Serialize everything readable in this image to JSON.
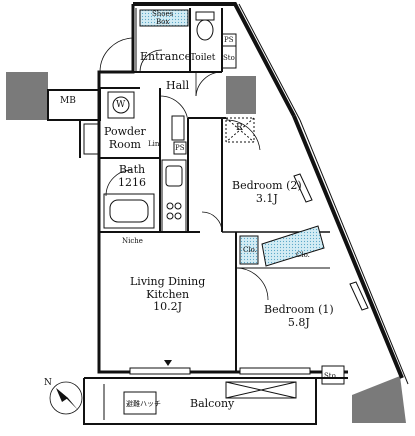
{
  "rooms": {
    "entrance": "Entrance",
    "toilet": "Toilet",
    "hall": "Hall",
    "mb": "MB",
    "powder_room": [
      "Powder",
      "Room"
    ],
    "bath": [
      "Bath",
      "1216"
    ],
    "bedroom2": [
      "Bedroom (2)",
      "3.1J"
    ],
    "ldk": [
      "Living Dining",
      "Kitchen",
      "10.2J"
    ],
    "bedroom1": [
      "Bedroom (1)",
      "5.8J"
    ],
    "balcony": "Balcony"
  },
  "small_labels": {
    "shoes_box": [
      "Shoes",
      "Box"
    ],
    "ps_top": "PS",
    "sto_top": "Sto.",
    "w": "W",
    "lin": "Lin.",
    "ps_mid": "PS",
    "r": "R",
    "clo_1": "Clo.",
    "clo_2": "Clo.",
    "niche": "Niche",
    "sto_bottom": "Sto.",
    "emergency_hatch": "避難ハッチ"
  },
  "compass": {
    "label": "N"
  },
  "colors": {
    "wall": "#111111",
    "column": "#7a7a7a",
    "storage_fill": "#cfe9f1",
    "storage_dot": "#5aa8c8"
  }
}
